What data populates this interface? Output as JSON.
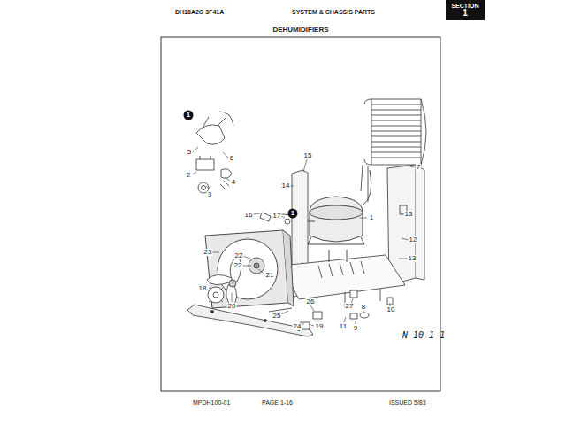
{
  "diagram": {
    "title": "DEHUMIDIFIERS",
    "nodes": [
      {
        "text": [
          "SECTION",
          "1"
        ]
      },
      {
        "text": [
          "1"
        ]
      },
      {
        "text": [
          "1"
        ]
      }
    ],
    "labels": [
      "DH18A2G 3F41A",
      "SYSTEM & CHASSIS PARTS",
      "5",
      "6",
      "2",
      "4",
      "3",
      "15",
      "14",
      "16",
      "17",
      "1",
      "7",
      "13",
      "12",
      "13",
      "23",
      "22",
      "22",
      "21",
      "18",
      "20",
      "25",
      "26",
      "24",
      "19",
      "27",
      "8",
      "10",
      "11",
      "9",
      "N-10-1-1",
      "MPDH100-01",
      "PAGE 1-16",
      "ISSUED 5/83"
    ]
  }
}
